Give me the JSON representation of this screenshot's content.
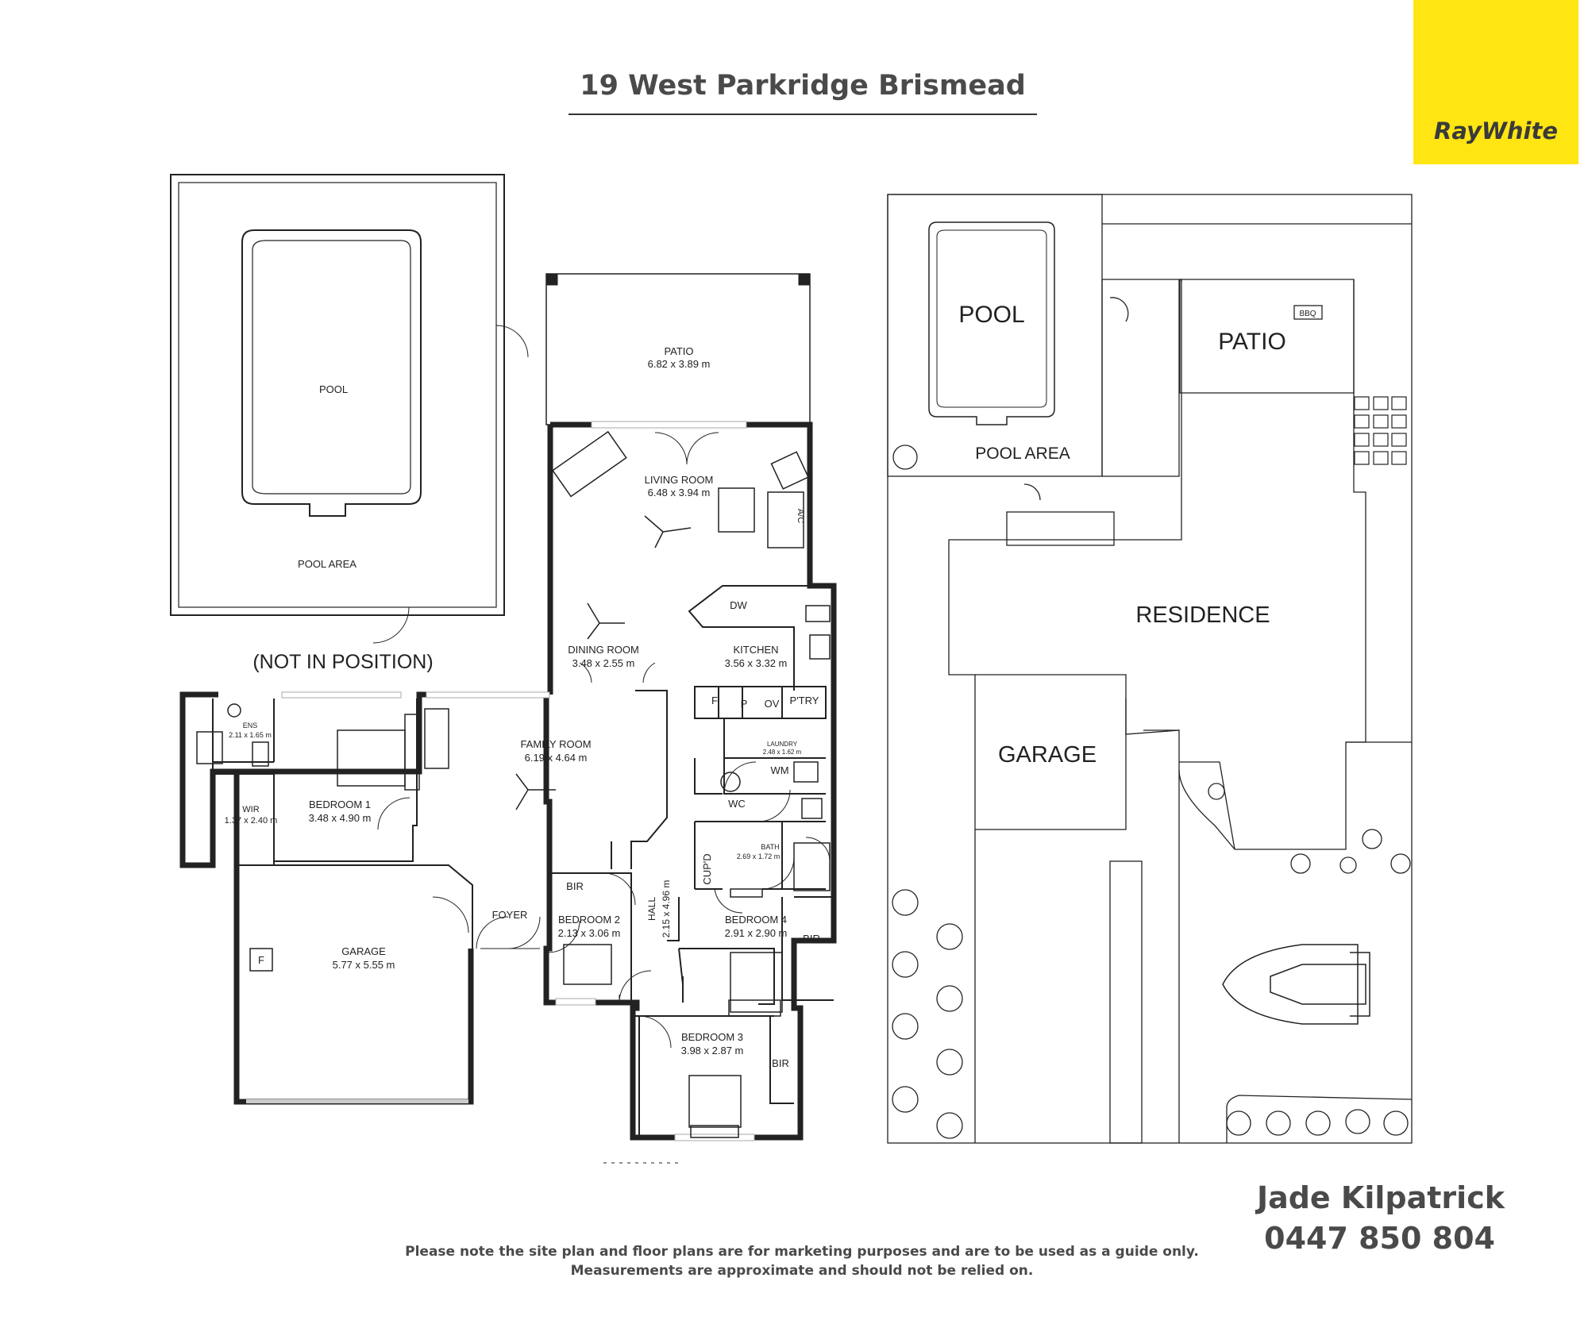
{
  "header": {
    "title": "19 West Parkridge Brismead"
  },
  "brand": {
    "name": "RayWhite",
    "color": "#ffe512"
  },
  "floor_plan": {
    "labels": {
      "pool": "POOL",
      "pool_area": "POOL AREA",
      "not_in_position": "(NOT IN POSITION)",
      "patio": "PATIO",
      "patio_dim": "6.82 x 3.89 m",
      "living": "LIVING ROOM",
      "living_dim": "6.48 x 3.94 m",
      "ac": "A/C",
      "dining": "DINING ROOM",
      "dining_dim": "3.48 x 2.55 m",
      "kitchen": "KITCHEN",
      "kitchen_dim": "3.56 x 3.32 m",
      "dw": "DW",
      "fridge": "F",
      "pantry": "P",
      "oven": "OV",
      "ptry": "P'TRY",
      "family": "FAMILY ROOM",
      "family_dim": "6.19 x 4.64 m",
      "ens": "ENS",
      "ens_dim": "2.11 x 1.65 m",
      "wir": "WIR",
      "wir_dim": "1.37 x 2.40 m",
      "bed1": "BEDROOM 1",
      "bed1_dim": "3.48 x 4.90 m",
      "laundry": "LAUNDRY",
      "laundry_dim": "2.48 x 1.62 m",
      "wm": "WM",
      "wc": "WC",
      "bath": "BATH",
      "bath_dim": "2.69 x 1.72 m",
      "cupd": "CUP'D",
      "hall": "HALL",
      "hall_dim": "2.15 x 4.96 m",
      "bir": "BIR",
      "bed2": "BEDROOM 2",
      "bed2_dim": "2.13 x 3.06 m",
      "bed4": "BEDROOM 4",
      "bed4_dim": "2.91 x 2.90 m",
      "bed3": "BEDROOM 3",
      "bed3_dim": "3.98 x 2.87 m",
      "foyer": "FOYER",
      "garage": "GARAGE",
      "garage_dim": "5.77 x 5.55 m",
      "garage_f": "F"
    }
  },
  "site_plan": {
    "labels": {
      "pool": "POOL",
      "pool_area": "POOL AREA",
      "patio": "PATIO",
      "bbq": "BBQ",
      "residence": "RESIDENCE",
      "garage": "GARAGE"
    }
  },
  "agent": {
    "name": "Jade Kilpatrick",
    "phone": "0447 850 804"
  },
  "disclaimer": {
    "line1": "Please note the site plan and floor plans are for marketing purposes and are to be used as a guide only.",
    "line2": "Measurements are approximate and should not be relied on."
  }
}
